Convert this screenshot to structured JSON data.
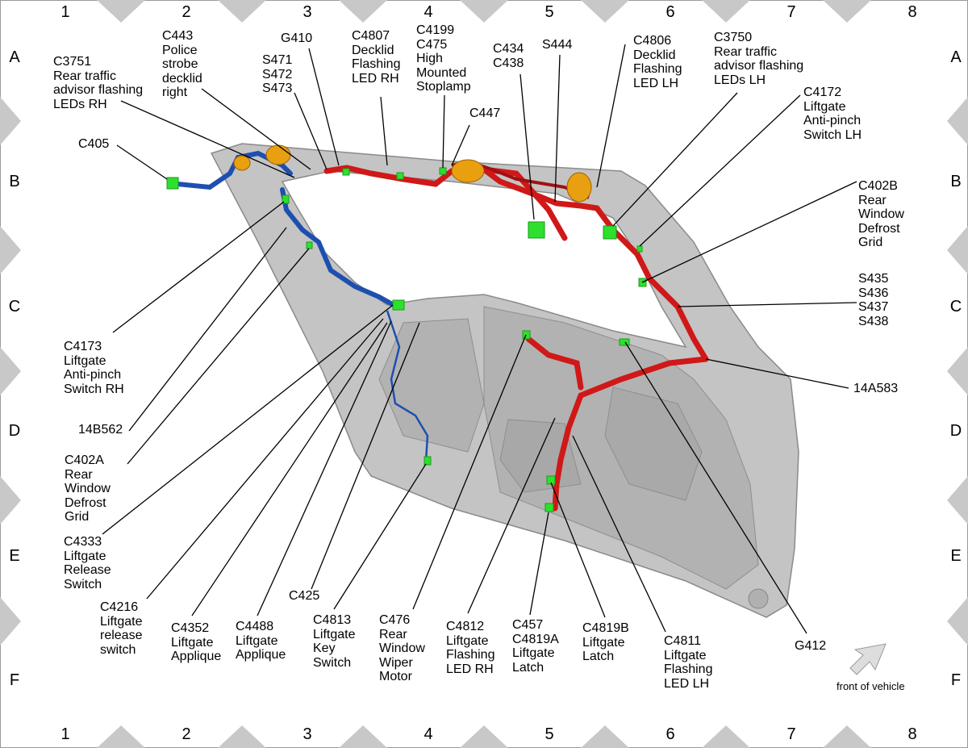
{
  "grid": {
    "columns": [
      "1",
      "2",
      "3",
      "4",
      "5",
      "6",
      "7",
      "8"
    ],
    "rows": [
      "A",
      "B",
      "C",
      "D",
      "E",
      "F"
    ]
  },
  "colors": {
    "harness_red": "#d01818",
    "harness_blue": "#1e4fb0",
    "connector_green": "#2ee02e",
    "lamp_orange": "#e8a010",
    "panel_gray": "#c8c8c8"
  },
  "labels": {
    "c3751": "C3751\nRear traffic\nadvisor flashing\nLEDs RH",
    "c443": "C443\nPolice\nstrobe\ndecklid\nright",
    "g410": "G410",
    "s471": "S471\nS472\nS473",
    "c4807": "C4807\nDecklid\nFlashing\nLED RH",
    "c4199": "C4199\nC475\nHigh\nMounted\nStoplamp",
    "c434": "C434\nC438",
    "s444": "S444",
    "c447": "C447",
    "c4806": "C4806\nDecklid\nFlashing\nLED LH",
    "c3750": "C3750\nRear traffic\nadvisor flashing\nLEDs LH",
    "c4172": "C4172\nLiftgate\nAnti-pinch\nSwitch LH",
    "c405": "C405",
    "c402b": "C402B\nRear\nWindow\nDefrost\nGrid",
    "s435": "S435\nS436\nS437\nS438",
    "c4173": "C4173\nLiftgate\nAnti-pinch\nSwitch RH",
    "a14a583": "14A583",
    "b14b562": "14B562",
    "c402a": "C402A\nRear\nWindow\nDefrost\nGrid",
    "c4333": "C4333\nLiftgate\nRelease\nSwitch",
    "c425": "C425",
    "c4216": "C4216\nLiftgate\nrelease\nswitch",
    "c4352": "C4352\nLiftgate\nApplique",
    "c4488": "C4488\nLiftgate\nApplique",
    "c4813": "C4813\nLiftgate\nKey\nSwitch",
    "c476": "C476\nRear\nWindow\nWiper\nMotor",
    "c4812": "C4812\nLiftgate\nFlashing\nLED RH",
    "c457": "C457\nC4819A\nLiftgate\nLatch",
    "c4819b": "C4819B\nLiftgate\nLatch",
    "c4811": "C4811\nLiftgate\nFlashing\nLED LH",
    "g412": "G412"
  },
  "front_of_vehicle": "front of vehicle"
}
